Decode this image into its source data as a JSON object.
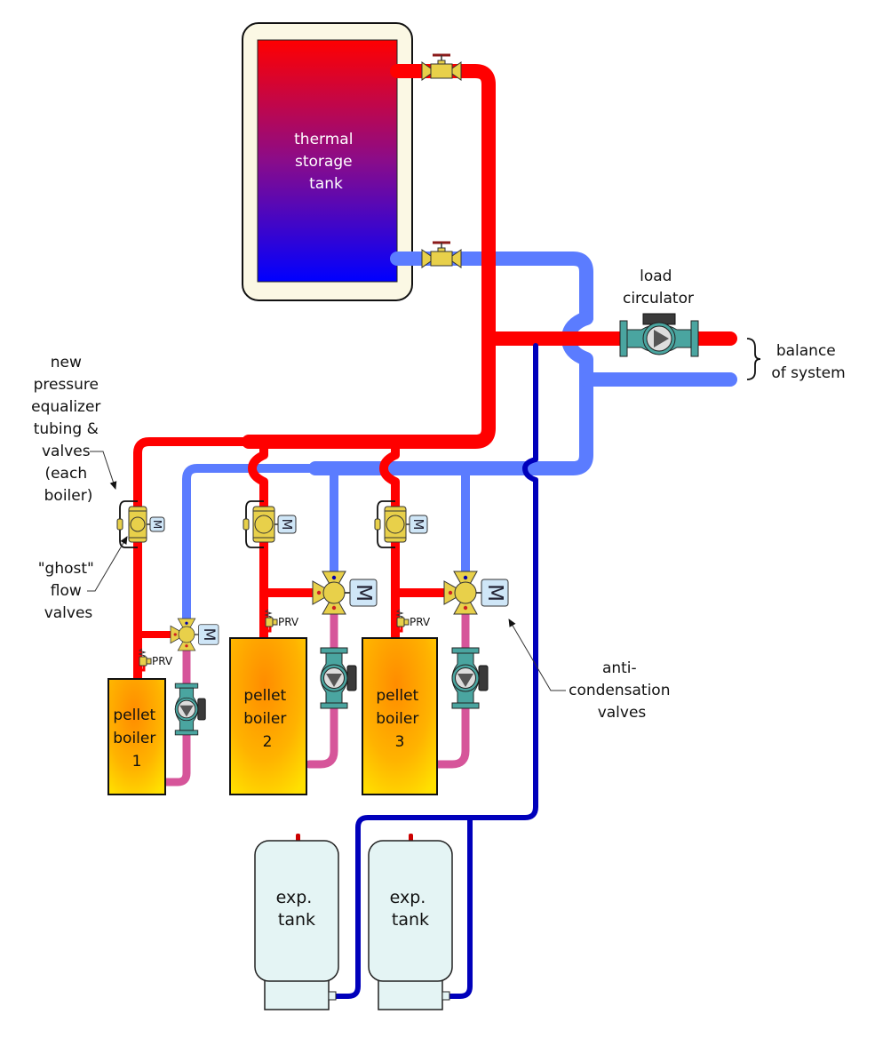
{
  "title": "Pellet boiler system with thermal storage tank",
  "colors": {
    "hot_supply": "#ff0000",
    "return": "#5b7cff",
    "expansion_line": "#0000bb",
    "boiler_loop": "#d6559a",
    "boiler_fill_top": "#ffa200",
    "boiler_fill_bottom": "#ffd700",
    "tank_top": "#ff0000",
    "tank_bottom": "#0000ff",
    "tank_jacket": "#fbf8e4",
    "exp_tank_fill": "#e4f4f4",
    "valve_brass": "#e8d04a",
    "actuator_fill": "#cfe6f7",
    "circulator_body": "#4aa5a0"
  },
  "thermal_tank": {
    "label_lines": [
      "thermal",
      "storage",
      "tank"
    ]
  },
  "load_circulator": {
    "label_lines": [
      "load",
      "circulator"
    ]
  },
  "balance": {
    "label_lines": [
      "balance",
      "of system"
    ]
  },
  "callouts": {
    "equalizer": {
      "label_lines": [
        "new",
        "pressure",
        "equalizer",
        "tubing &",
        "valves",
        "(each",
        "boiler)"
      ]
    },
    "ghost": {
      "label_lines": [
        "\"ghost\"",
        "flow",
        "valves"
      ]
    },
    "anti_condensation": {
      "label_lines": [
        "anti-",
        "condensation",
        "valves"
      ]
    }
  },
  "boilers": [
    {
      "label_lines": [
        "pellet",
        "boiler",
        "1"
      ],
      "prv_label": "PRV"
    },
    {
      "label_lines": [
        "pellet",
        "boiler",
        "2"
      ],
      "prv_label": "PRV"
    },
    {
      "label_lines": [
        "pellet",
        "boiler",
        "3"
      ],
      "prv_label": "PRV"
    }
  ],
  "expansion_tanks": [
    {
      "label_lines": [
        "exp.",
        "tank"
      ]
    },
    {
      "label_lines": [
        "exp.",
        "tank"
      ]
    }
  ],
  "actuator_symbol": "M"
}
